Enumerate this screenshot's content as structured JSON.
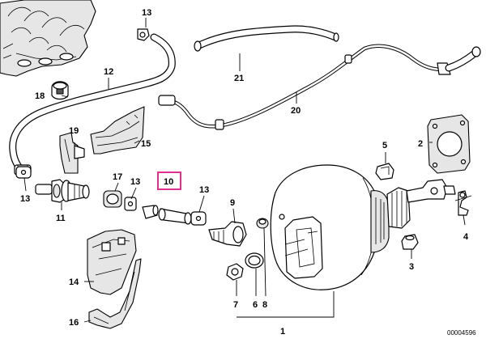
{
  "diagram": {
    "callouts": {
      "n1": "1",
      "n2": "2",
      "n3": "3",
      "n4": "4",
      "n5": "5",
      "n6": "6",
      "n7": "7",
      "n8": "8",
      "n9": "9",
      "n10": "10",
      "n11": "11",
      "n12": "12",
      "n13_top": "13",
      "n13_left": "13",
      "n13_mid": "13",
      "n13_right": "13",
      "n14": "14",
      "n15": "15",
      "n16": "16",
      "n17": "17",
      "n18": "18",
      "n19": "19",
      "n20": "20",
      "n21": "21"
    },
    "reference_number": "00004596",
    "highlighted_callout": "10",
    "highlight_color": "#e0318c"
  }
}
